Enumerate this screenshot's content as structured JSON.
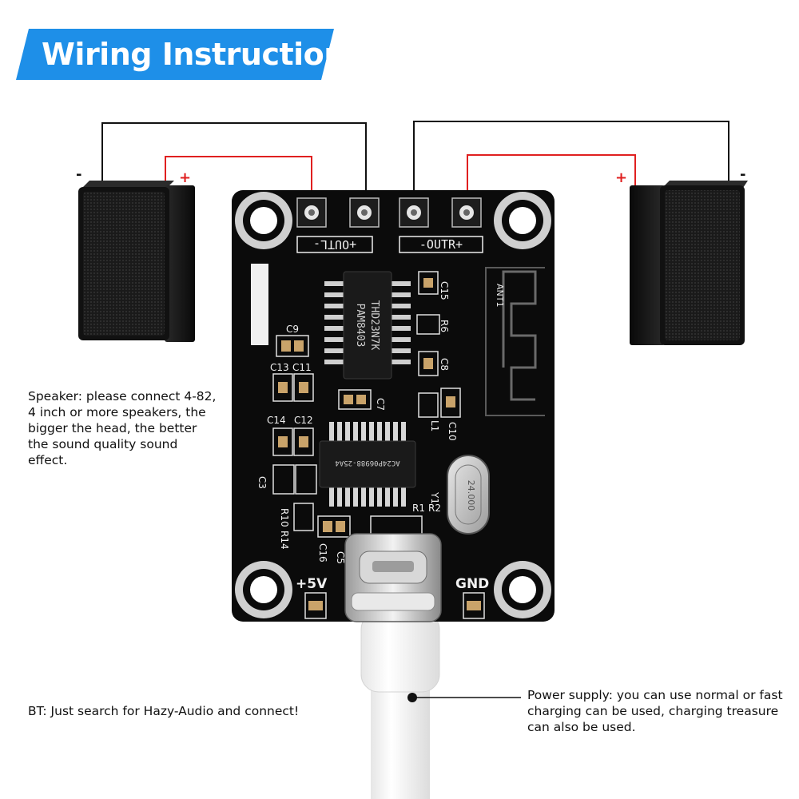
{
  "header": {
    "title": "Wiring Instructions"
  },
  "colors": {
    "banner": "#1e8fe8",
    "board": "#0b0b0b",
    "wire_pos": "#e02020",
    "wire_neg": "#111111"
  },
  "wiring": {
    "left_minus": "-",
    "left_plus": "+",
    "right_plus": "+",
    "right_minus": "-"
  },
  "board": {
    "outl_label": "+OUTL-",
    "outr_label": "-OUTR+",
    "ant_label": "ANT1",
    "chip1_line1": "PAM8403",
    "chip1_line2": "THD23N7K",
    "chip2_label": "AC24P06988-25A4",
    "crystal_label": "24.000",
    "power_plus": "+5V",
    "power_gnd": "GND",
    "silkscreen": [
      "C15",
      "R6",
      "C8",
      "C9",
      "C13",
      "C11",
      "C7",
      "L1",
      "C10",
      "C14",
      "C12",
      "C3",
      "Y1",
      "R1",
      "R2",
      "R10",
      "R14",
      "C16",
      "C5"
    ]
  },
  "notes": {
    "speaker": [
      "Speaker: please connect 4-82,",
      "4 inch or more speakers, the",
      "bigger the head, the better",
      "the sound quality sound",
      "effect."
    ],
    "bt": "BT: Just search for Hazy-Audio and connect!",
    "power": [
      "Power supply: you can use normal or fast",
      "charging can be used, charging treasure",
      "can also be used."
    ]
  }
}
